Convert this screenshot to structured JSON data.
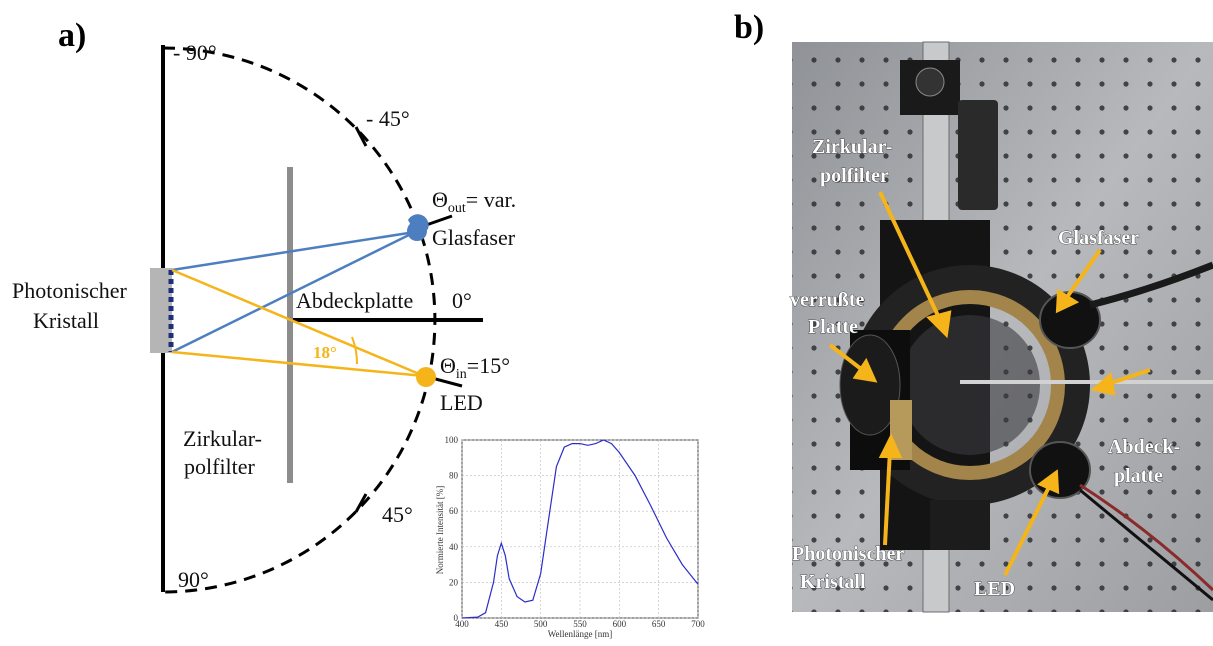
{
  "panel_a": {
    "letter": "a)",
    "angle_labels": {
      "top90": "- 90°",
      "top45": "- 45°",
      "zero": "0°",
      "bottom45": "45°",
      "bottom90": "90°"
    },
    "theta_out": {
      "symbol": "Θ",
      "sub": "out",
      "rest": "= var."
    },
    "glasfaser": "Glasfaser",
    "theta_in": {
      "symbol": "Θ",
      "sub": "in",
      "rest": "=15°"
    },
    "led": "LED",
    "abdeckplatte": "Abdeckplatte",
    "photonic_line1": "Photonischer",
    "photonic_line2": "Kristall",
    "zirkular_line1": "Zirkular-",
    "zirkular_line2": "polfilter",
    "angle_18": "18°",
    "colors": {
      "blue_ray": "#4d7fc0",
      "yellow_ray": "#f5b51a",
      "filter_gray": "#8c8c8c"
    }
  },
  "spectrum": {
    "xlabel": "Wellenlänge [nm]",
    "ylabel": "Normierte Intensität [%]",
    "x_ticks": [
      "400",
      "450",
      "500",
      "550",
      "600",
      "650",
      "700"
    ],
    "y_ticks": [
      "0",
      "20",
      "40",
      "60",
      "80",
      "100"
    ]
  },
  "chart_data": {
    "type": "line",
    "xlabel": "Wellenlänge [nm]",
    "ylabel": "Normierte Intensität [%]",
    "xlim": [
      400,
      700
    ],
    "ylim": [
      0,
      100
    ],
    "grid": true,
    "x": [
      400,
      420,
      430,
      440,
      445,
      450,
      455,
      460,
      470,
      480,
      490,
      500,
      510,
      520,
      530,
      540,
      550,
      560,
      570,
      580,
      590,
      600,
      620,
      640,
      660,
      680,
      700
    ],
    "series": [
      {
        "values": [
          0,
          0.5,
          3,
          20,
          35,
          42,
          35,
          22,
          12,
          9,
          10,
          25,
          55,
          85,
          96,
          98,
          98,
          97,
          98,
          100,
          98,
          93,
          80,
          63,
          45,
          30,
          19
        ]
      }
    ]
  },
  "panel_b": {
    "letter": "b)",
    "labels": {
      "zirkular1": "Zirkular-",
      "zirkular2": "polfilter",
      "glasfaser": "Glasfaser",
      "verrusste1": "verrußte",
      "verrusste2": "Platte",
      "abdeck1": "Abdeck-",
      "abdeck2": "platte",
      "photonic1": "Photonischer",
      "photonic2": "Kristall",
      "led": "LED"
    },
    "colors": {
      "arrow": "#f5b51a",
      "table": "#a9abaf"
    }
  }
}
